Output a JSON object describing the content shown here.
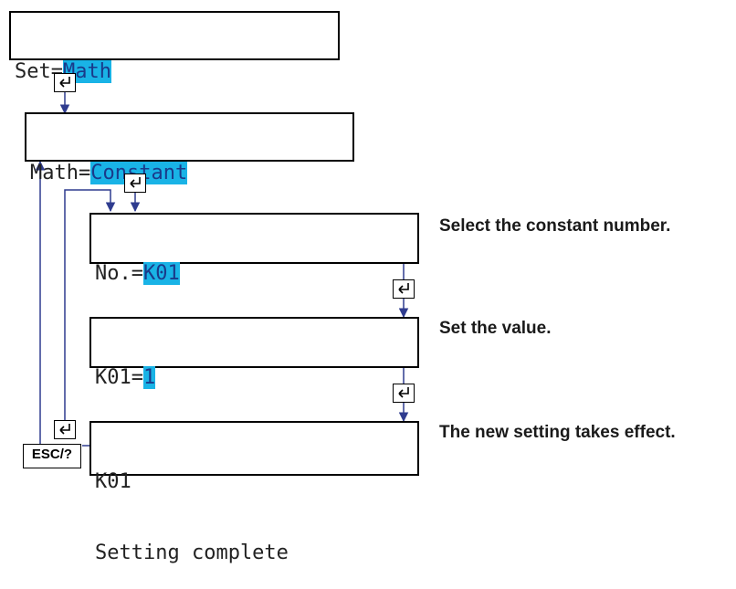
{
  "screens": {
    "set": {
      "label": "Set=",
      "value": "Math"
    },
    "math": {
      "label": "Math=",
      "value": "Constant"
    },
    "number": {
      "label": "No.=",
      "value": "K01"
    },
    "value": {
      "label": "K01=",
      "value": "1"
    },
    "complete": {
      "line1": "K01",
      "line2": "Setting complete"
    }
  },
  "captions": {
    "select_number": "Select the constant number.",
    "set_value": "Set the value.",
    "takes_effect": "The new setting takes effect."
  },
  "keys": {
    "enter": "enter-icon",
    "esc_label": "ESC/?"
  },
  "colors": {
    "highlight": "#19b3e6",
    "flow_line": "#2f3c8f",
    "screen_border": "#000000"
  }
}
